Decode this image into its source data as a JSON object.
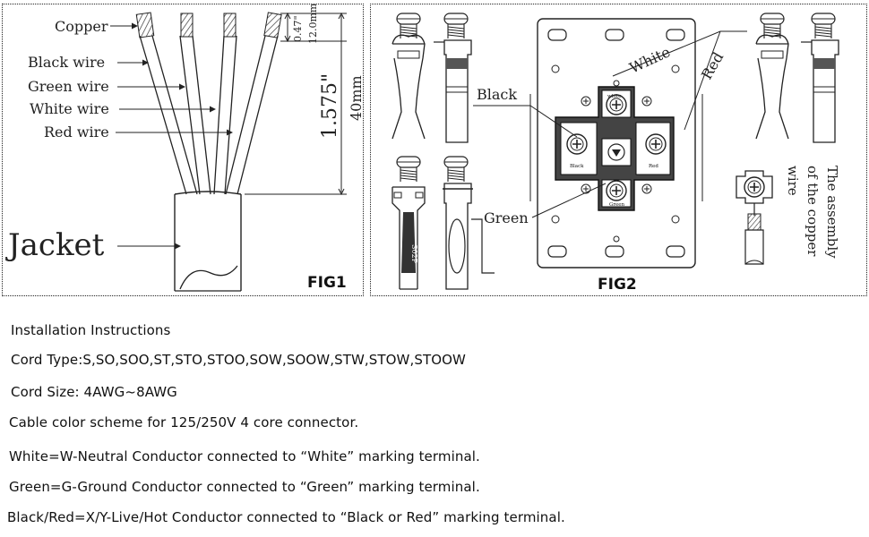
{
  "fig1": {
    "caption": "FIG1",
    "labels": {
      "copper": "Copper",
      "black": "Black wire",
      "green": "Green wire",
      "white": "White wire",
      "red": "Red wire",
      "jacket": "Jacket"
    },
    "dimensions": {
      "strip_in": "0.47\"",
      "strip_mm": "12.0mm",
      "length_in": "1.575\"",
      "length_mm": "40mm"
    }
  },
  "fig2": {
    "caption": "FIG2",
    "labels": {
      "white": "White",
      "red": "Red",
      "black": "Black",
      "green": "Green"
    },
    "terminal_marks": {
      "white": "white",
      "black": "Black",
      "red": "Red",
      "green": "Green"
    },
    "part_mark": "S02P",
    "assembly_note": [
      "The assembly",
      "of the copper",
      "wire"
    ]
  },
  "instructions": {
    "title": "Installation Instructions",
    "cord_type": "Cord Type:S,SO,SOO,ST,STO,STOO,SOW,SOOW,STW,STOW,STOOW",
    "cord_size": "Cord Size: 4AWG~8AWG",
    "scheme": "Cable color scheme for 125/250V 4 core connector.",
    "white": "White=W-Neutral Conductor connected to “White” marking terminal.",
    "green": "Green=G-Ground Conductor connected to “Green” marking terminal.",
    "black_red": "Black/Red=X/Y-Live/Hot Conductor connected to “Black or Red” marking terminal."
  }
}
